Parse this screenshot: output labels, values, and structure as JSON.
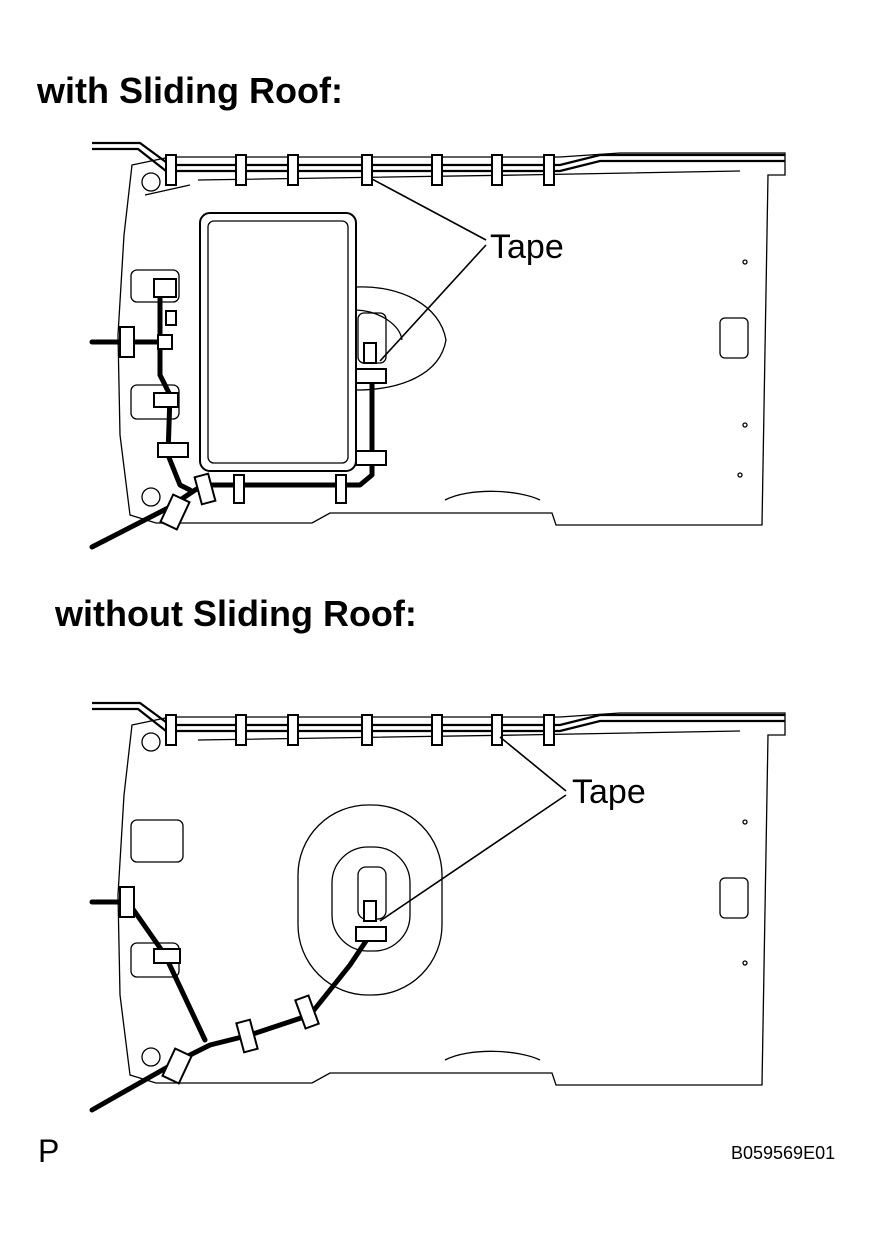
{
  "sections": [
    {
      "heading": "with Sliding Roof:",
      "callout": "Tape"
    },
    {
      "heading": "without Sliding Roof:",
      "callout": "Tape"
    }
  ],
  "footer": {
    "left_mark": "P",
    "figure_code": "B059569E01"
  }
}
